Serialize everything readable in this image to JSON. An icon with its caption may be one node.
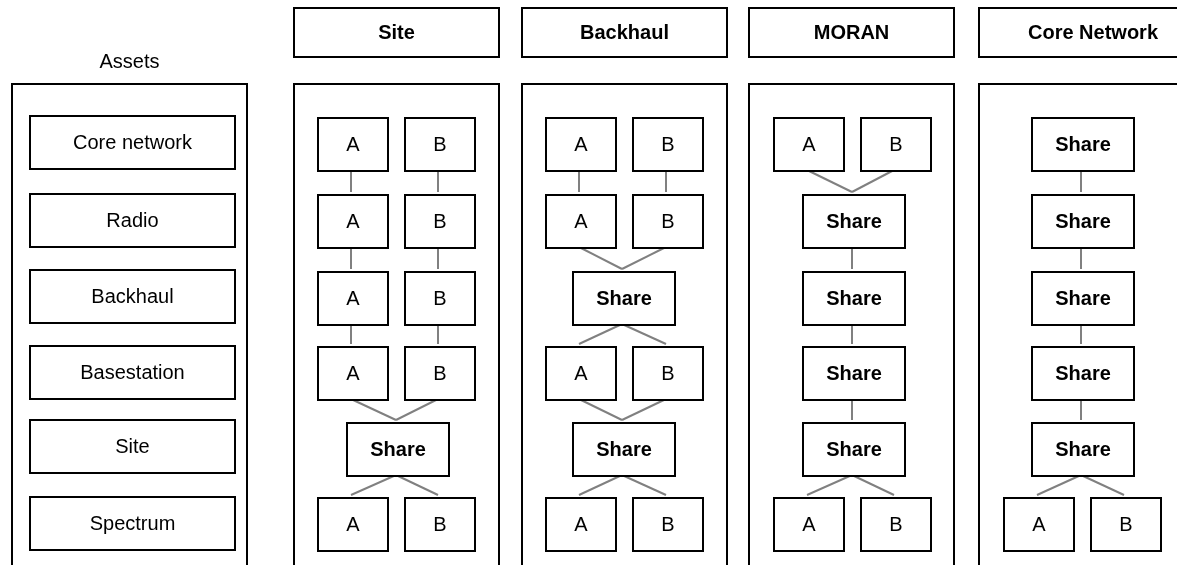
{
  "diagram": {
    "nodes": [
      {
        "text": [
          "Assets"
        ]
      },
      {
        "text": [
          "Core network"
        ],
        "in": 0
      },
      {
        "text": [
          "Radio"
        ],
        "in": 0
      },
      {
        "text": [
          "Backhaul"
        ],
        "in": 0
      },
      {
        "text": [
          "Basestation"
        ],
        "in": 0
      },
      {
        "text": [
          "Site"
        ],
        "in": 0
      },
      {
        "text": [
          "Spectrum"
        ],
        "in": 0
      },
      {
        "text": [
          "Site"
        ]
      },
      {
        "text": [],
        "shape": "box"
      },
      {
        "text": [
          "A"
        ],
        "in": 8
      },
      {
        "text": [
          "B"
        ],
        "in": 8
      },
      {
        "text": [
          "A"
        ],
        "in": 8
      },
      {
        "text": [
          "B"
        ],
        "in": 8
      },
      {
        "text": [
          "A"
        ],
        "in": 8
      },
      {
        "text": [
          "B"
        ],
        "in": 8
      },
      {
        "text": [
          "A"
        ],
        "in": 8
      },
      {
        "text": [
          "B"
        ],
        "in": 8
      },
      {
        "text": [
          "Share"
        ],
        "in": 8
      },
      {
        "text": [
          "A"
        ],
        "in": 8
      },
      {
        "text": [
          "B"
        ],
        "in": 8
      },
      {
        "text": [
          "Backhaul"
        ]
      },
      {
        "text": [],
        "shape": "box"
      },
      {
        "text": [
          "A"
        ],
        "in": 21
      },
      {
        "text": [
          "B"
        ],
        "in": 21
      },
      {
        "text": [
          "A"
        ],
        "in": 21
      },
      {
        "text": [
          "B"
        ],
        "in": 21
      },
      {
        "text": [
          "Share"
        ],
        "in": 21
      },
      {
        "text": [
          "A"
        ],
        "in": 21
      },
      {
        "text": [
          "B"
        ],
        "in": 21
      },
      {
        "text": [
          "Share"
        ],
        "in": 21
      },
      {
        "text": [
          "A"
        ],
        "in": 21
      },
      {
        "text": [
          "B"
        ],
        "in": 21
      },
      {
        "text": [
          "MORAN"
        ]
      },
      {
        "text": [],
        "shape": "box"
      },
      {
        "text": [
          "A"
        ],
        "in": 33
      },
      {
        "text": [
          "B"
        ],
        "in": 33
      },
      {
        "text": [
          "Share"
        ],
        "in": 33
      },
      {
        "text": [
          "Share"
        ],
        "in": 33
      },
      {
        "text": [
          "Share"
        ],
        "in": 33
      },
      {
        "text": [
          "Share"
        ],
        "in": 33
      },
      {
        "text": [
          "A"
        ],
        "in": 33
      },
      {
        "text": [
          "B"
        ],
        "in": 33
      },
      {
        "text": [
          "Core Network"
        ]
      },
      {
        "text": [],
        "shape": "box"
      },
      {
        "text": [
          "Share"
        ],
        "in": 43
      },
      {
        "text": [
          "Share"
        ],
        "in": 43
      },
      {
        "text": [
          "Share"
        ],
        "in": 43
      },
      {
        "text": [
          "Share"
        ],
        "in": 43
      },
      {
        "text": [
          "Share"
        ],
        "in": 43
      },
      {
        "text": [
          "A"
        ],
        "in": 43
      },
      {
        "text": [
          "B"
        ],
        "in": 43
      }
    ],
    "edges": [
      {
        "from": 9,
        "to": 11,
        "arrow": "none"
      },
      {
        "from": 10,
        "to": 12,
        "arrow": "none"
      },
      {
        "from": 11,
        "to": 13,
        "arrow": "none"
      },
      {
        "from": 12,
        "to": 14,
        "arrow": "none"
      },
      {
        "from": 13,
        "to": 15,
        "arrow": "none"
      },
      {
        "from": 14,
        "to": 16,
        "arrow": "none"
      },
      {
        "from": 15,
        "to": 17,
        "arrow": "none"
      },
      {
        "from": 16,
        "to": 17,
        "arrow": "none"
      },
      {
        "from": 17,
        "to": 18,
        "arrow": "none"
      },
      {
        "from": 17,
        "to": 19,
        "arrow": "none"
      },
      {
        "from": 22,
        "to": 24,
        "arrow": "none"
      },
      {
        "from": 23,
        "to": 25,
        "arrow": "none"
      },
      {
        "from": 24,
        "to": 26,
        "arrow": "none"
      },
      {
        "from": 25,
        "to": 26,
        "arrow": "none"
      },
      {
        "from": 26,
        "to": 27,
        "arrow": "none"
      },
      {
        "from": 26,
        "to": 28,
        "arrow": "none"
      },
      {
        "from": 27,
        "to": 29,
        "arrow": "none"
      },
      {
        "from": 28,
        "to": 29,
        "arrow": "none"
      },
      {
        "from": 29,
        "to": 30,
        "arrow": "none"
      },
      {
        "from": 29,
        "to": 31,
        "arrow": "none"
      },
      {
        "from": 34,
        "to": 36,
        "arrow": "none"
      },
      {
        "from": 35,
        "to": 36,
        "arrow": "none"
      },
      {
        "from": 36,
        "to": 37,
        "arrow": "none"
      },
      {
        "from": 37,
        "to": 38,
        "arrow": "none"
      },
      {
        "from": 38,
        "to": 39,
        "arrow": "none"
      },
      {
        "from": 39,
        "to": 40,
        "arrow": "none"
      },
      {
        "from": 39,
        "to": 41,
        "arrow": "none"
      },
      {
        "from": 44,
        "to": 45,
        "arrow": "none"
      },
      {
        "from": 45,
        "to": 46,
        "arrow": "none"
      },
      {
        "from": 46,
        "to": 47,
        "arrow": "none"
      },
      {
        "from": 47,
        "to": 48,
        "arrow": "none"
      },
      {
        "from": 48,
        "to": 49,
        "arrow": "none"
      },
      {
        "from": 48,
        "to": 50,
        "arrow": "none"
      }
    ]
  }
}
